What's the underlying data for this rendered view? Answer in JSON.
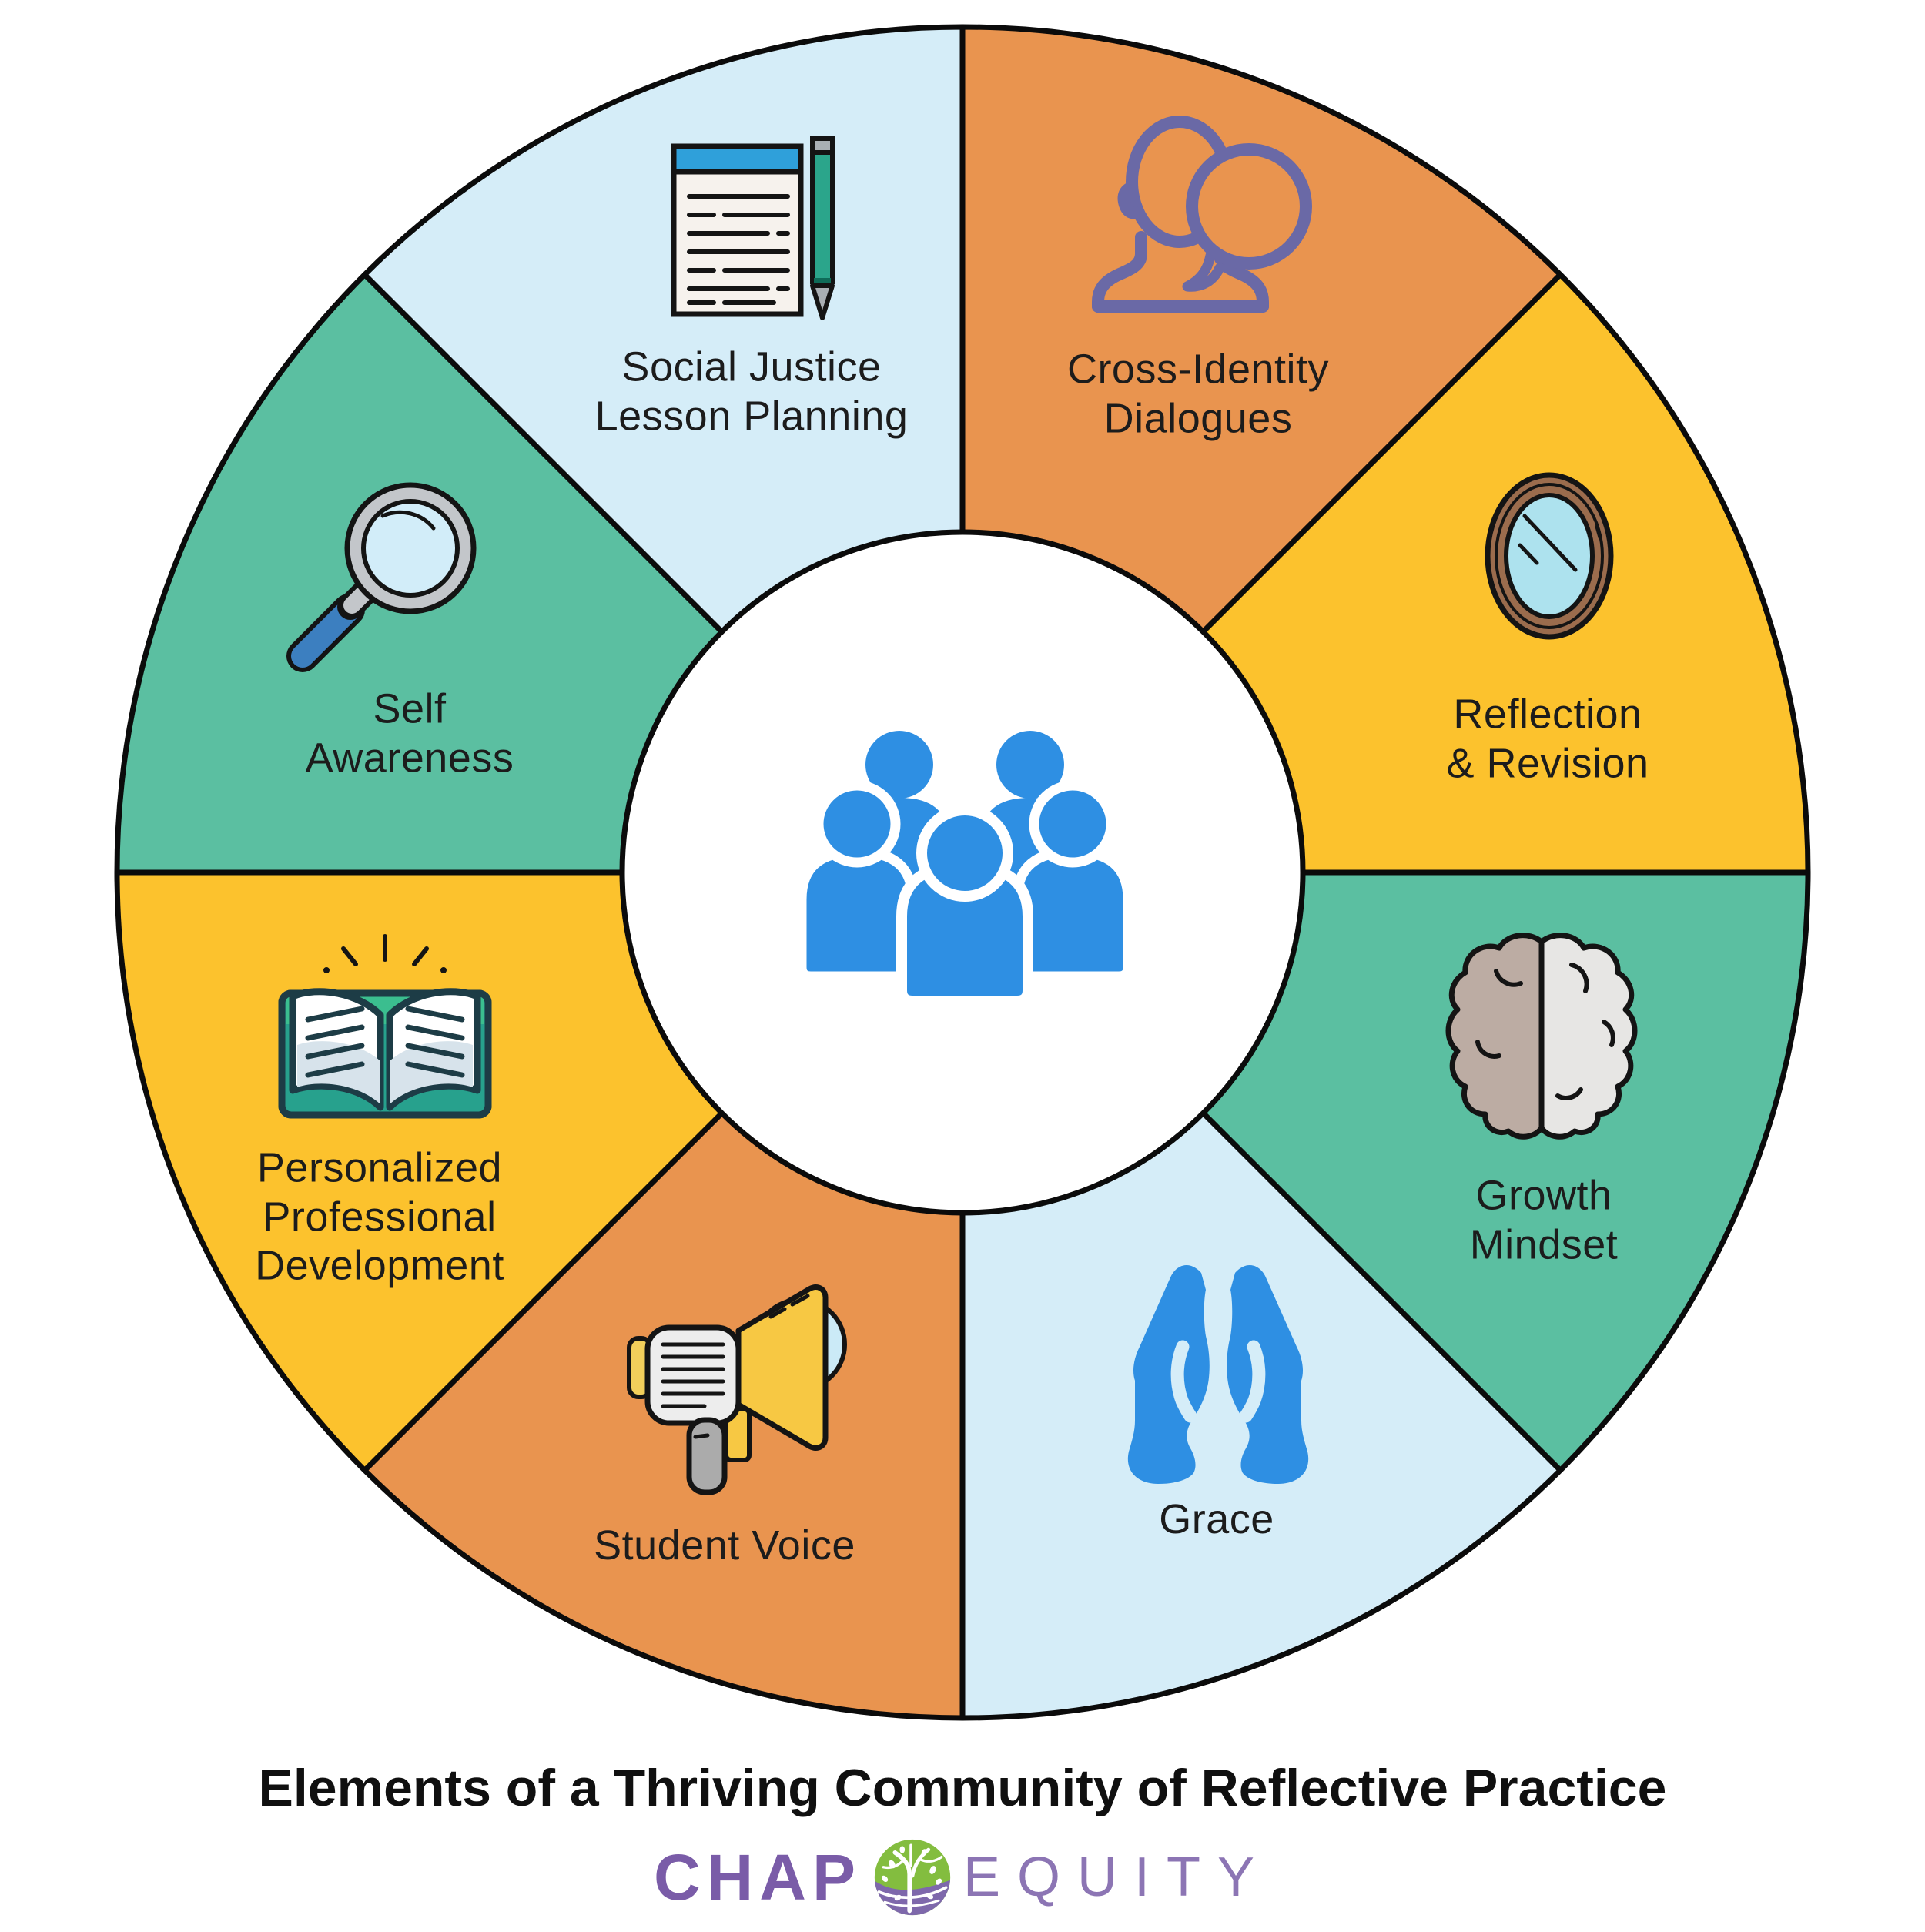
{
  "title": "Elements of a Thriving Community of Reflective Practice",
  "brand": {
    "name_left": "CHAP",
    "name_right": "EQUITY",
    "logo_icon": "tree-circle-logo",
    "chap_color": "#7a5ca8",
    "equity_color": "#8c75b4",
    "tree_green": "#83bd3f",
    "tree_purple": "#7e68ab"
  },
  "wheel": {
    "center_icon": "group-of-people-icon",
    "center_icon_color": "#2e8fe3",
    "outline_color": "#0b0b0b",
    "center_circle_color": "#ffffff",
    "segments": [
      {
        "label": "Cross-Identity\nDialogues",
        "color": "#e9944f",
        "icon": "person-speech-bubble-icon"
      },
      {
        "label": "Reflection\n& Revision",
        "color": "#fcc22d",
        "icon": "mirror-icon"
      },
      {
        "label": "Growth\nMindset",
        "color": "#5bbfa1",
        "icon": "brain-icon"
      },
      {
        "label": "Grace",
        "color": "#d5edf8",
        "icon": "praying-hands-icon"
      },
      {
        "label": "Student Voice",
        "color": "#e9944f",
        "icon": "megaphone-icon"
      },
      {
        "label": "Personalized\nProfessional\nDevelopment",
        "color": "#fcc22d",
        "icon": "open-book-icon"
      },
      {
        "label": "Self\nAwareness",
        "color": "#5bbfa1",
        "icon": "magnifying-glass-icon"
      },
      {
        "label": "Social Justice\nLesson Planning",
        "color": "#d5edf8",
        "icon": "notepad-pencil-icon"
      }
    ]
  }
}
